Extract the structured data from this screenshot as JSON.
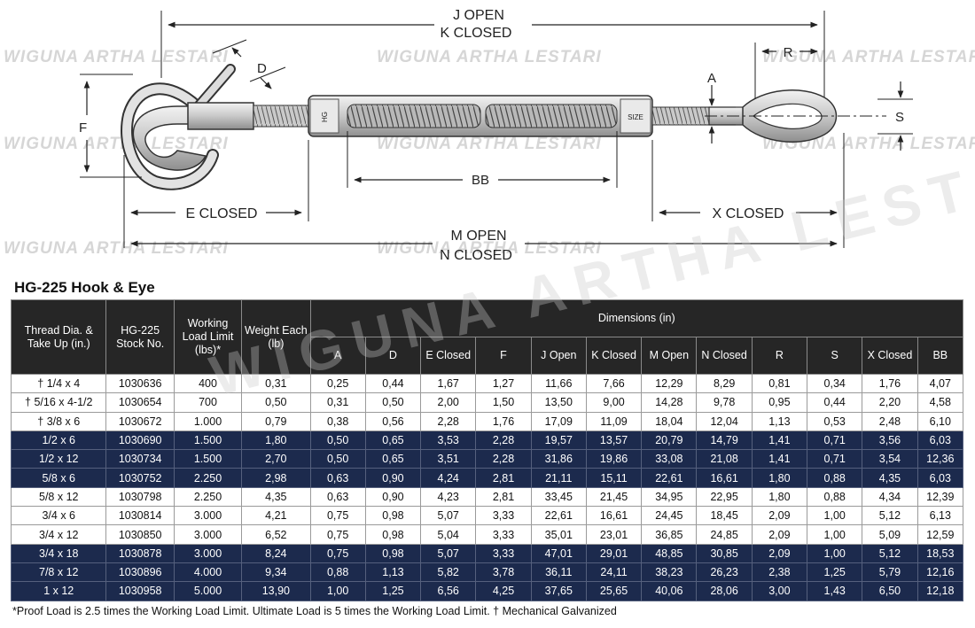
{
  "watermark": "WIGUNA ARTHA LESTARI",
  "drawing_labels": {
    "j_open": "J OPEN",
    "k_closed": "K CLOSED",
    "d": "D",
    "f": "F",
    "r": "R",
    "a": "A",
    "s": "S",
    "bb": "BB",
    "e_closed": "E CLOSED",
    "x_closed": "X CLOSED",
    "m_open": "M OPEN",
    "n_closed": "N CLOSED",
    "size": "SIZE",
    "body_mark": "HG"
  },
  "title": "HG-225 Hook & Eye",
  "table": {
    "headers": {
      "thread": "Thread Dia. & Take Up (in.)",
      "stock": "HG-225 Stock No.",
      "wll": "Working Load Limit (lbs)*",
      "weight": "Weight Each (lb)",
      "dimensions": "Dimensions (in)",
      "dims": [
        "A",
        "D",
        "E Closed",
        "F",
        "J Open",
        "K Closed",
        "M Open",
        "N Closed",
        "R",
        "S",
        "X Closed",
        "BB"
      ]
    },
    "rows": [
      {
        "band": "light",
        "cells": [
          "† 1/4 x 4",
          "1030636",
          "400",
          "0,31",
          "0,25",
          "0,44",
          "1,67",
          "1,27",
          "11,66",
          "7,66",
          "12,29",
          "8,29",
          "0,81",
          "0,34",
          "1,76",
          "4,07"
        ]
      },
      {
        "band": "light",
        "cells": [
          "† 5/16 x 4-1/2",
          "1030654",
          "700",
          "0,50",
          "0,31",
          "0,50",
          "2,00",
          "1,50",
          "13,50",
          "9,00",
          "14,28",
          "9,78",
          "0,95",
          "0,44",
          "2,20",
          "4,58"
        ]
      },
      {
        "band": "light",
        "cells": [
          "† 3/8 x 6",
          "1030672",
          "1.000",
          "0,79",
          "0,38",
          "0,56",
          "2,28",
          "1,76",
          "17,09",
          "11,09",
          "18,04",
          "12,04",
          "1,13",
          "0,53",
          "2,48",
          "6,10"
        ]
      },
      {
        "band": "dark",
        "cells": [
          "1/2 x 6",
          "1030690",
          "1.500",
          "1,80",
          "0,50",
          "0,65",
          "3,53",
          "2,28",
          "19,57",
          "13,57",
          "20,79",
          "14,79",
          "1,41",
          "0,71",
          "3,56",
          "6,03"
        ]
      },
      {
        "band": "dark",
        "cells": [
          "1/2 x 12",
          "1030734",
          "1.500",
          "2,70",
          "0,50",
          "0,65",
          "3,51",
          "2,28",
          "31,86",
          "19,86",
          "33,08",
          "21,08",
          "1,41",
          "0,71",
          "3,54",
          "12,36"
        ]
      },
      {
        "band": "dark",
        "cells": [
          "5/8 x 6",
          "1030752",
          "2.250",
          "2,98",
          "0,63",
          "0,90",
          "4,24",
          "2,81",
          "21,11",
          "15,11",
          "22,61",
          "16,61",
          "1,80",
          "0,88",
          "4,35",
          "6,03"
        ]
      },
      {
        "band": "light",
        "cells": [
          "5/8 x 12",
          "1030798",
          "2.250",
          "4,35",
          "0,63",
          "0,90",
          "4,23",
          "2,81",
          "33,45",
          "21,45",
          "34,95",
          "22,95",
          "1,80",
          "0,88",
          "4,34",
          "12,39"
        ]
      },
      {
        "band": "light",
        "cells": [
          "3/4 x 6",
          "1030814",
          "3.000",
          "4,21",
          "0,75",
          "0,98",
          "5,07",
          "3,33",
          "22,61",
          "16,61",
          "24,45",
          "18,45",
          "2,09",
          "1,00",
          "5,12",
          "6,13"
        ]
      },
      {
        "band": "light",
        "cells": [
          "3/4 x 12",
          "1030850",
          "3.000",
          "6,52",
          "0,75",
          "0,98",
          "5,04",
          "3,33",
          "35,01",
          "23,01",
          "36,85",
          "24,85",
          "2,09",
          "1,00",
          "5,09",
          "12,59"
        ]
      },
      {
        "band": "dark",
        "cells": [
          "3/4 x 18",
          "1030878",
          "3.000",
          "8,24",
          "0,75",
          "0,98",
          "5,07",
          "3,33",
          "47,01",
          "29,01",
          "48,85",
          "30,85",
          "2,09",
          "1,00",
          "5,12",
          "18,53"
        ]
      },
      {
        "band": "dark",
        "cells": [
          "7/8 x 12",
          "1030896",
          "4.000",
          "9,34",
          "0,88",
          "1,13",
          "5,82",
          "3,78",
          "36,11",
          "24,11",
          "38,23",
          "26,23",
          "2,38",
          "1,25",
          "5,79",
          "12,16"
        ]
      },
      {
        "band": "dark",
        "cells": [
          "1 x 12",
          "1030958",
          "5.000",
          "13,90",
          "1,00",
          "1,25",
          "6,56",
          "4,25",
          "37,65",
          "25,65",
          "40,06",
          "28,06",
          "3,00",
          "1,43",
          "6,50",
          "12,18"
        ]
      }
    ]
  },
  "footnote": "*Proof Load is 2.5 times the Working Load Limit. Ultimate Load is 5 times the Working Load Limit. † Mechanical Galvanized"
}
